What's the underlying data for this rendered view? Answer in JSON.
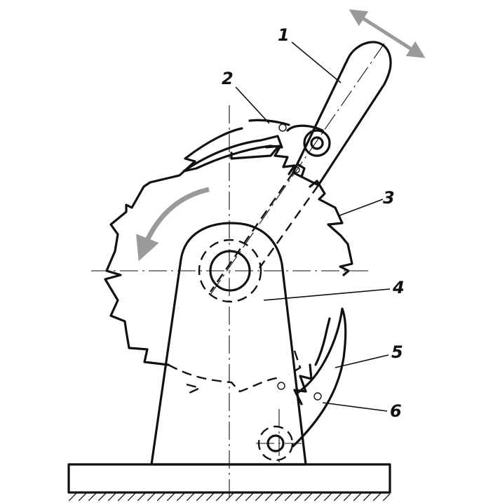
{
  "diagram": {
    "labels": {
      "handle": "1",
      "pawl_drive": "2",
      "ratchet_wheel": "3",
      "stand": "4",
      "pawl_lock": "5",
      "spring": "6"
    },
    "colors": {
      "ink": "#111111",
      "arrow": "#9a9a9a",
      "background": "#ffffff"
    }
  }
}
